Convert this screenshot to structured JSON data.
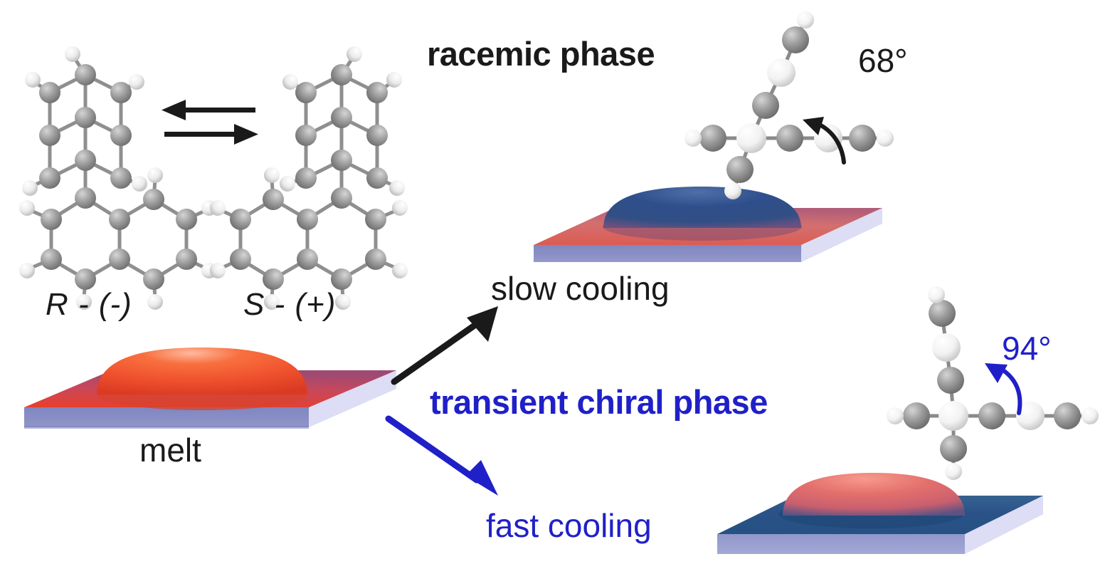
{
  "figure": {
    "title": "Chiral phase behaviour of binaphthyl melt on cooling",
    "background_color": "#ffffff",
    "accent_black": "#1a1a1a",
    "accent_blue": "#2020C8"
  },
  "labels": {
    "racemic_phase": "racemic phase",
    "transient_chiral_phase": "transient chiral phase",
    "slow_cooling": "slow cooling",
    "fast_cooling": "fast cooling",
    "melt": "melt",
    "r_enantiomer": "R - (-)",
    "s_enantiomer": "S - (+)",
    "angle_racemic": "68°",
    "angle_chiral": "94°"
  },
  "molecules": [
    {
      "name": "binaphthyl-r-enantiomer",
      "label": "R - (-)",
      "description": "ball-and-stick 1,1'-binaphthyl, R enantiomer",
      "atom_color": "#9a9a9a",
      "hydrogen_color": "#e8e8e8"
    },
    {
      "name": "binaphthyl-s-enantiomer",
      "label": "S - (+)",
      "description": "ball-and-stick 1,1'-binaphthyl, S enantiomer",
      "atom_color": "#9a9a9a",
      "hydrogen_color": "#e8e8e8"
    },
    {
      "name": "molecule-axial-view-68",
      "dihedral_angle": "68°",
      "angle_color": "#1a1a1a",
      "description": "axial projection of binaphthyl with 68 degree dihedral twist"
    },
    {
      "name": "molecule-axial-view-94",
      "dihedral_angle": "94°",
      "angle_color": "#2020C8",
      "description": "axial projection of binaphthyl with 94 degree dihedral twist"
    }
  ],
  "substrates": [
    {
      "name": "melt-substrate",
      "label": "melt",
      "droplet_color": "#F0522E",
      "surface_color": "#D8432E",
      "front_face_color": "#8086C0",
      "side_face_color": "#DDDDF5"
    },
    {
      "name": "racemic-substrate",
      "label": "racemic phase",
      "droplet_color": "#2F4F8C",
      "surface_color": "#D96E70",
      "front_face_color": "#8086C0",
      "side_face_color": "#DDDDF5"
    },
    {
      "name": "chiral-substrate",
      "label": "transient chiral phase",
      "droplet_color": "#E4706C",
      "surface_color": "#2A5288",
      "front_face_color": "#9197CB",
      "side_face_color": "#DDDDF5"
    }
  ],
  "arrows": [
    {
      "name": "equilibrium-arrow-left",
      "direction": "left",
      "color": "#1a1a1a"
    },
    {
      "name": "equilibrium-arrow-right",
      "direction": "right",
      "color": "#1a1a1a"
    },
    {
      "name": "branch-arrow-slow-cooling",
      "direction": "up-right",
      "color": "#1a1a1a"
    },
    {
      "name": "branch-arrow-fast-cooling",
      "direction": "down-right",
      "color": "#2020C8"
    },
    {
      "name": "angle-arc-arrow-68",
      "direction": "counterclockwise",
      "color": "#1a1a1a"
    },
    {
      "name": "angle-arc-arrow-94",
      "direction": "counterclockwise",
      "color": "#2020C8"
    }
  ]
}
